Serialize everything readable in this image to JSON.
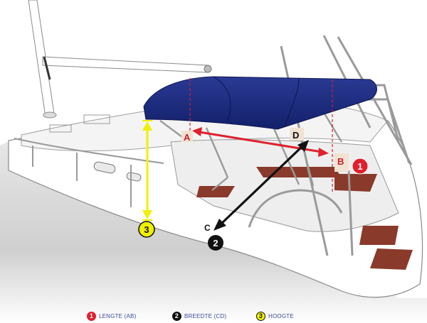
{
  "colors": {
    "canopy": "#1b2a7c",
    "canopy_shade": "#13206a",
    "length_arrow": "#e0202c",
    "width_arrow": "#111111",
    "height_arrow": "#f0f000",
    "hull_shadow": "#bdbdbd",
    "deck_wood": "#8a3a2a",
    "frame": "#9a9a9a",
    "label_bg": "#f1e2d2",
    "legend_text": "#3a4b9a"
  },
  "points": {
    "a": "A",
    "b": "B",
    "c": "C",
    "d": "D"
  },
  "badges": {
    "length_num": "1",
    "width_num": "2",
    "height_num": "3"
  },
  "legend": {
    "length": {
      "num": "1",
      "label": "LENGTE (AB)",
      "icon": "red-circle-number-icon"
    },
    "width": {
      "num": "2",
      "label": "BREEDTE (CD)",
      "icon": "black-circle-number-icon"
    },
    "height": {
      "num": "3",
      "label": "HOOGTE",
      "icon": "yellow-circle-number-icon"
    }
  }
}
